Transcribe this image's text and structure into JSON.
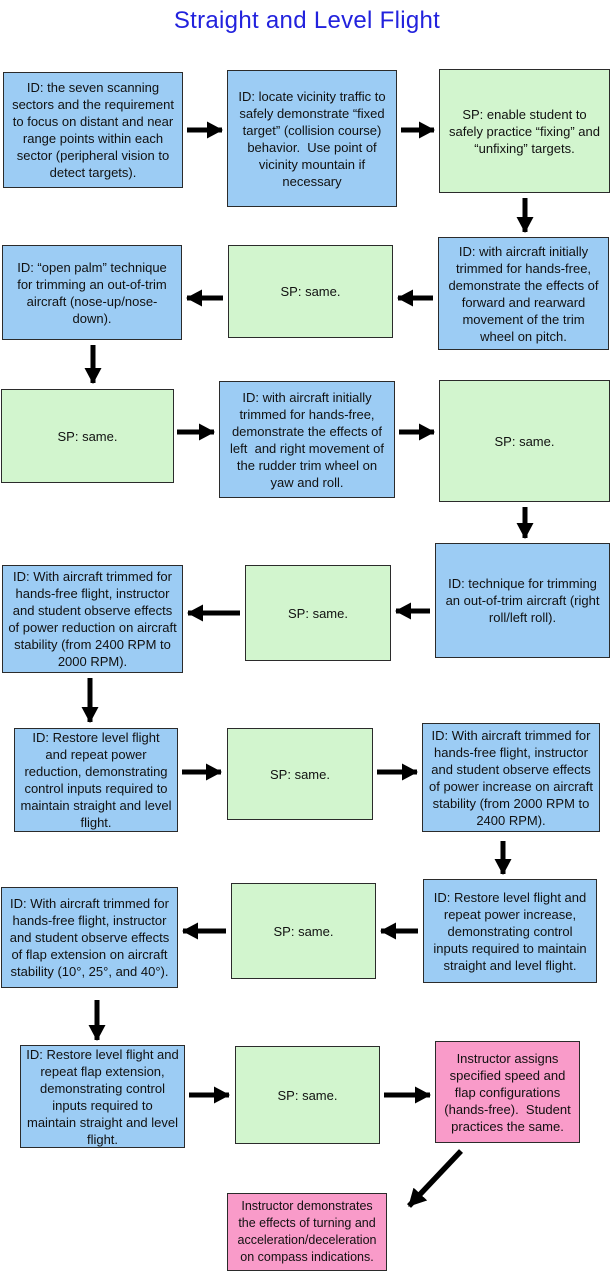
{
  "title": "Straight and Level Flight",
  "colors": {
    "title_text": "#2222dd",
    "id_box_blue": "#9cccf4",
    "sp_box_green": "#d2f5ce",
    "instructor_box_pink": "#f99bc9",
    "box_border": "#2b2b2b",
    "arrow_black": "#000000"
  },
  "boxes": [
    {
      "color": "blue",
      "text": "ID: the seven scanning sectors and the requirement to focus on distant and near range points within each sector (peripheral vision to detect targets)."
    },
    {
      "color": "blue",
      "text": "ID: locate vicinity traffic to safely demonstrate “fixed target” (collision course) behavior.  Use point of vicinity mountain if necessary"
    },
    {
      "color": "green",
      "text": "SP: enable student to safely practice “fixing” and “unfixing” targets."
    },
    {
      "color": "blue",
      "text": "ID: with aircraft initially trimmed for hands-free, demonstrate the effects of forward and rearward movement of the trim wheel on pitch."
    },
    {
      "color": "green",
      "text": "SP: same."
    },
    {
      "color": "blue",
      "text": "ID: “open palm” technique for trimming an out-of-trim aircraft (nose-up/nose-down)."
    },
    {
      "color": "green",
      "text": "SP: same."
    },
    {
      "color": "blue",
      "text": "ID: with aircraft initially trimmed for hands-free, demonstrate the effects of left  and right movement of the rudder trim wheel on yaw and roll."
    },
    {
      "color": "green",
      "text": "SP: same."
    },
    {
      "color": "blue",
      "text": "ID: technique for trimming an out-of-trim aircraft (right roll/left roll)."
    },
    {
      "color": "green",
      "text": "SP: same."
    },
    {
      "color": "blue",
      "text": "ID: With aircraft trimmed for hands-free flight, instructor and student observe effects of power reduction on aircraft stability (from 2400 RPM to 2000 RPM)."
    },
    {
      "color": "blue",
      "text": "ID: Restore level flight and repeat power reduction, demonstrating control inputs required to maintain straight and level flight."
    },
    {
      "color": "green",
      "text": "SP: same."
    },
    {
      "color": "blue",
      "text": "ID: With aircraft trimmed for hands-free flight, instructor and student observe effects of power increase on aircraft stability (from 2000 RPM to 2400 RPM)."
    },
    {
      "color": "blue",
      "text": "ID: Restore level flight and repeat power increase, demonstrating control inputs required to maintain straight and level flight."
    },
    {
      "color": "green",
      "text": "SP: same."
    },
    {
      "color": "blue",
      "text": "ID: With aircraft trimmed for hands-free flight, instructor and student observe effects of flap extension on aircraft stability (10°, 25°, and 40°)."
    },
    {
      "color": "blue",
      "text": "ID: Restore level flight and repeat flap extension, demonstrating control inputs required to maintain straight and level flight."
    },
    {
      "color": "green",
      "text": "SP: same."
    },
    {
      "color": "pink",
      "text": "Instructor assigns specified speed and flap configurations (hands-free).  Student practices the same."
    },
    {
      "color": "pink",
      "text": "Instructor demonstrates the effects of turning and acceleration/deceleration on compass indications."
    }
  ]
}
